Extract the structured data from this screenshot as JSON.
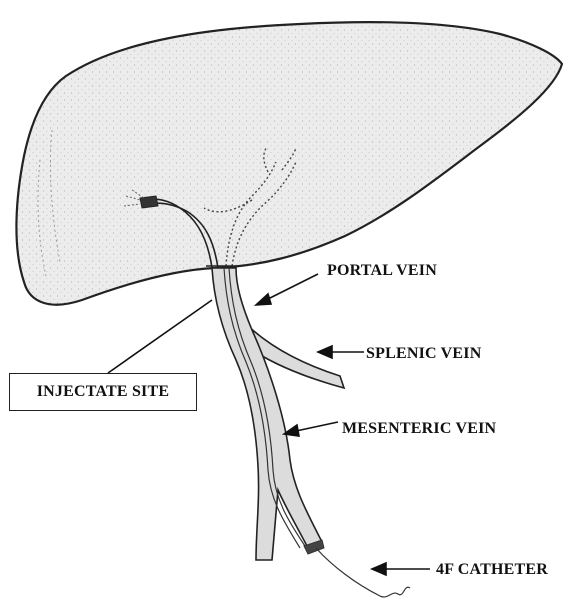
{
  "labels": {
    "portal_vein": "PORTAL VEIN",
    "splenic_vein": "SPLENIC VEIN",
    "mesenteric_vein": "MESENTERIC VEIN",
    "catheter": "4F CATHETER",
    "injectate_site": "INJECTATE SITE"
  },
  "colors": {
    "line": "#111111",
    "liver_fill": "#ececec",
    "vessel_fill": "#dcdcdc",
    "background": "#ffffff"
  }
}
